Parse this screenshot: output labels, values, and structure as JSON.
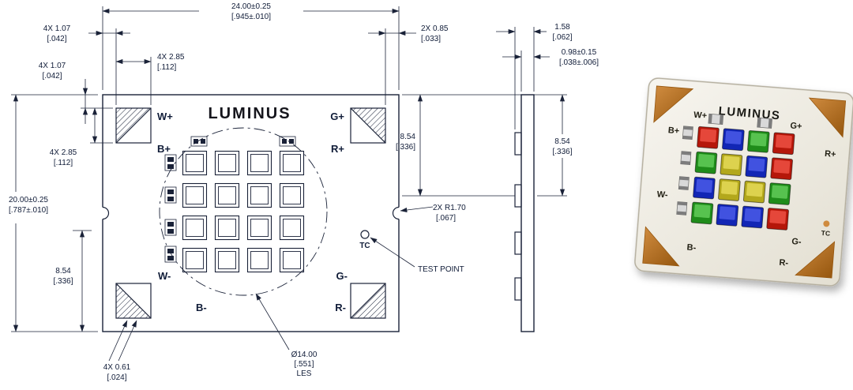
{
  "front": {
    "logo": "LUMINUS",
    "pads": {
      "wp": "W+",
      "bp": "B+",
      "gp": "G+",
      "rp": "R+",
      "wm": "W-",
      "bm": "B-",
      "gm": "G-",
      "rm": "R-"
    },
    "tc": "TC",
    "test_point": "TEST POINT"
  },
  "dims": {
    "width": {
      "mm": "24.00±0.25",
      "in": "[.945±.010]"
    },
    "height": {
      "mm": "20.00±0.25",
      "in": "[.787±.010]"
    },
    "inset_top": {
      "mm": "4X 1.07",
      "in": "[.042]"
    },
    "inset_side": {
      "mm": "4X 1.07",
      "in": "[.042]"
    },
    "pad_top": {
      "mm": "4X 2.85",
      "in": "[.112]"
    },
    "pad_side": {
      "mm": "4X 2.85",
      "in": "[.112]"
    },
    "edge_gap": {
      "mm": "2X 0.85",
      "in": "[.033]"
    },
    "offset_right": {
      "mm": "8.54",
      "in": "[.336]"
    },
    "offset_left": {
      "mm": "8.54",
      "in": "[.336]"
    },
    "notch": {
      "mm": "2X R1.70",
      "in": "[.067]"
    },
    "trace": {
      "mm": "4X 0.61",
      "in": "[.024]"
    },
    "les": {
      "dia": "Ø14.00",
      "in": "[.551]",
      "label": "LES"
    }
  },
  "side": {
    "total": {
      "mm": "1.58",
      "in": "[.062]"
    },
    "board": {
      "mm": "0.98±0.15",
      "in": "[.038±.006]"
    },
    "offset": {
      "mm": "8.54",
      "in": "[.336]"
    }
  },
  "render": {
    "logo": "LUMINUS",
    "pads": {
      "wp": "W+",
      "bp": "B+",
      "gp": "G+",
      "rp": "R+",
      "wm": "W-",
      "bm": "B-",
      "gm": "G-",
      "rm": "R-"
    },
    "tc": "TC",
    "colors": {
      "board_light": "#f7f5ef",
      "board_dark": "#e3dfd2",
      "board_edge": "#b4ae9e",
      "copper_light": "#cf8b3f",
      "copper_dark": "#96570f",
      "smd_body": "#d9d9d9",
      "smd_cap": "#7d7d7d"
    },
    "led_colors": {
      "red": {
        "base": "#b5170a",
        "light": "#e5473a"
      },
      "green": {
        "base": "#1f8c1a",
        "light": "#57c24f"
      },
      "blue": {
        "base": "#1226b5",
        "light": "#4152e0"
      },
      "yellow": {
        "base": "#b3a81c",
        "light": "#ddd24e"
      }
    },
    "led_grid": [
      [
        "red",
        "blue",
        "green",
        "red"
      ],
      [
        "green",
        "yellow",
        "blue",
        "red"
      ],
      [
        "blue",
        "yellow",
        "yellow",
        "green"
      ],
      [
        "green",
        "blue",
        "blue",
        "red"
      ]
    ]
  }
}
